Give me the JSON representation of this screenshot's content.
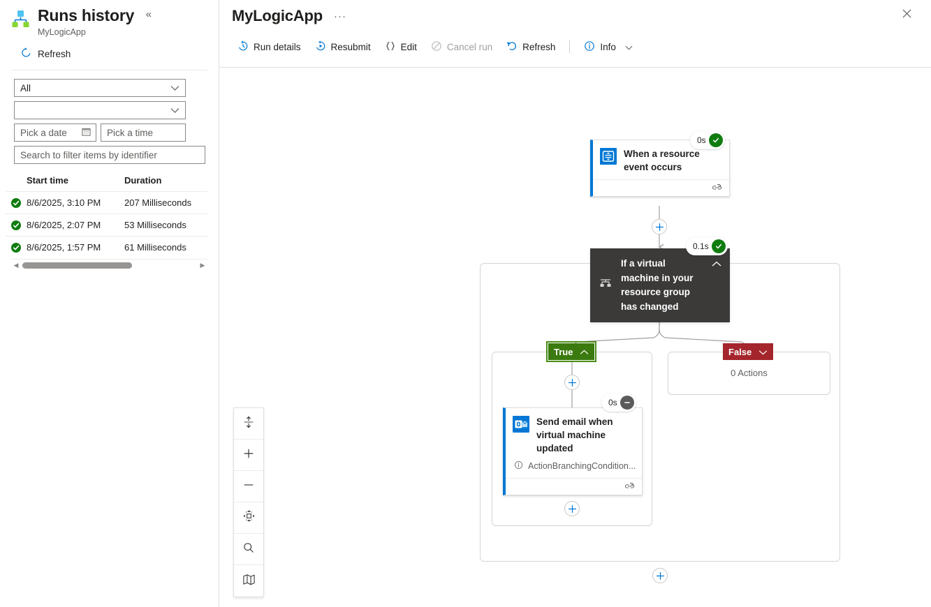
{
  "sidebar": {
    "title": "Runs history",
    "subtitle": "MyLogicApp",
    "collapse_glyph": "«",
    "refresh_label": "Refresh",
    "filters": {
      "status_value": "All",
      "secondary_value": "",
      "date_placeholder": "Pick a date",
      "time_placeholder": "Pick a time",
      "search_placeholder": "Search to filter items by identifier"
    },
    "table": {
      "columns": [
        "Start time",
        "Duration"
      ],
      "rows": [
        {
          "status": "succeeded",
          "start_time": "8/6/2025, 3:10 PM",
          "duration": "207 Milliseconds"
        },
        {
          "status": "succeeded",
          "start_time": "8/6/2025, 2:07 PM",
          "duration": "53 Milliseconds"
        },
        {
          "status": "succeeded",
          "start_time": "8/6/2025, 1:57 PM",
          "duration": "61 Milliseconds"
        }
      ]
    },
    "scrollbar": {
      "left_arrow": "◀",
      "right_arrow": "▶"
    }
  },
  "main": {
    "title": "MyLogicApp",
    "ellipsis": "···",
    "commands": [
      {
        "label": "Run details",
        "icon": "history-clock-icon",
        "disabled": false
      },
      {
        "label": "Resubmit",
        "icon": "resubmit-play-icon",
        "disabled": false
      },
      {
        "label": "Edit",
        "icon": "code-braces-icon",
        "disabled": false
      },
      {
        "label": "Cancel run",
        "icon": "cancel-circle-icon",
        "disabled": true
      },
      {
        "label": "Refresh",
        "icon": "refresh-icon",
        "disabled": false
      },
      {
        "label": "Info",
        "icon": "info-circle-icon",
        "disabled": false,
        "has_chevron": true
      }
    ],
    "canvas_collapse_glyph": "«"
  },
  "flow": {
    "trigger": {
      "title": "When a resource event occurs",
      "icon": "event-grid-icon",
      "status_time": "0s",
      "status": "succeeded",
      "footer_icon": "connection-link-icon"
    },
    "condition": {
      "title": "If a virtual machine in your resource group has changed",
      "icon": "condition-branch-icon",
      "status_time": "0.1s",
      "status": "succeeded",
      "chevron": "collapse-up-icon"
    },
    "branches": {
      "true_label": "True",
      "false_label": "False",
      "false_empty_text": "0 Actions"
    },
    "action": {
      "title": "Send email when virtual machine updated",
      "icon": "outlook-icon",
      "note": "ActionBranchingCondition...",
      "note_icon": "info-circle-icon",
      "status_time": "0s",
      "status": "skipped",
      "footer_icon": "connection-link-icon"
    }
  },
  "zoom_toolbar": [
    {
      "name": "fit-to-screen-icon",
      "label": "Fit to screen"
    },
    {
      "name": "zoom-in-icon",
      "label": "Zoom in"
    },
    {
      "name": "zoom-out-icon",
      "label": "Zoom out"
    },
    {
      "name": "pan-move-icon",
      "label": "Pan"
    },
    {
      "name": "search-icon",
      "label": "Search"
    },
    {
      "name": "minimap-icon",
      "label": "Minimap"
    }
  ],
  "colors": {
    "accent": "#0078d4",
    "success": "#107c10",
    "skipped": "#5a5a5a",
    "true_branch": "#3b7a0f",
    "false_branch": "#a4262c",
    "condition_bg": "#3b3a39"
  }
}
